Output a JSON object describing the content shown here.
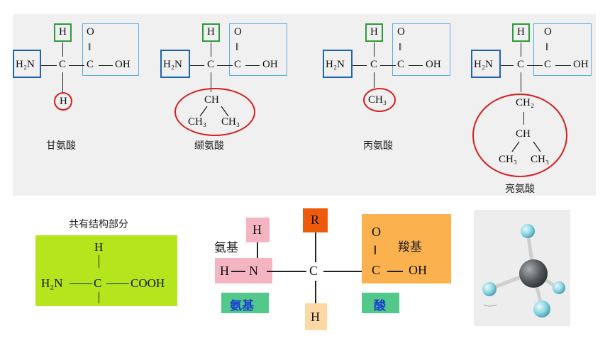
{
  "amino_acids": [
    {
      "name": "甘氨酸",
      "h2n": "H₂N",
      "h": "H",
      "c": "C",
      "o": "O",
      "dbl": "‖",
      "oh": "OH",
      "r": [
        "H"
      ]
    },
    {
      "name": "缬氨酸",
      "h2n": "H₂N",
      "h": "H",
      "c": "C",
      "o": "O",
      "dbl": "‖",
      "oh": "OH",
      "r": [
        "CH",
        "CH₃",
        "CH₃"
      ]
    },
    {
      "name": "丙氨酸",
      "h2n": "H₂N",
      "h": "H",
      "c": "C",
      "o": "O",
      "dbl": "‖",
      "oh": "OH",
      "r": [
        "CH₃"
      ]
    },
    {
      "name": "亮氨酸",
      "h2n": "H₂N",
      "h": "H",
      "c": "C",
      "o": "O",
      "dbl": "‖",
      "oh": "OH",
      "r": [
        "CH₂",
        "CH",
        "CH₃",
        "CH₃"
      ]
    }
  ],
  "common": {
    "title": "共有结构部分",
    "h": "H",
    "h2n": "H₂N",
    "c": "C",
    "cooh": "COOH",
    "color": "#b5e61d"
  },
  "general": {
    "r": "R",
    "h_top": "H",
    "amino_label": "氨基",
    "h_left": "H",
    "n": "N",
    "c": "C",
    "o": "O",
    "dbl": "‖",
    "carboxyl_label": "羧基",
    "c2": "C",
    "oh": "OH",
    "h_bottom": "H",
    "tag_amino": "氨基",
    "tag_acid": "酸",
    "colors": {
      "pink": "#f4b4c2",
      "orange": "#fbb14d",
      "r_box": "#ee5a0c",
      "h_box": "#fdd8a4",
      "tag": "#52c98a",
      "tag_text": "#1a3fd0"
    }
  },
  "model": {
    "atom_center": "#555a5c",
    "atom_outer": "#8fd7e6"
  }
}
